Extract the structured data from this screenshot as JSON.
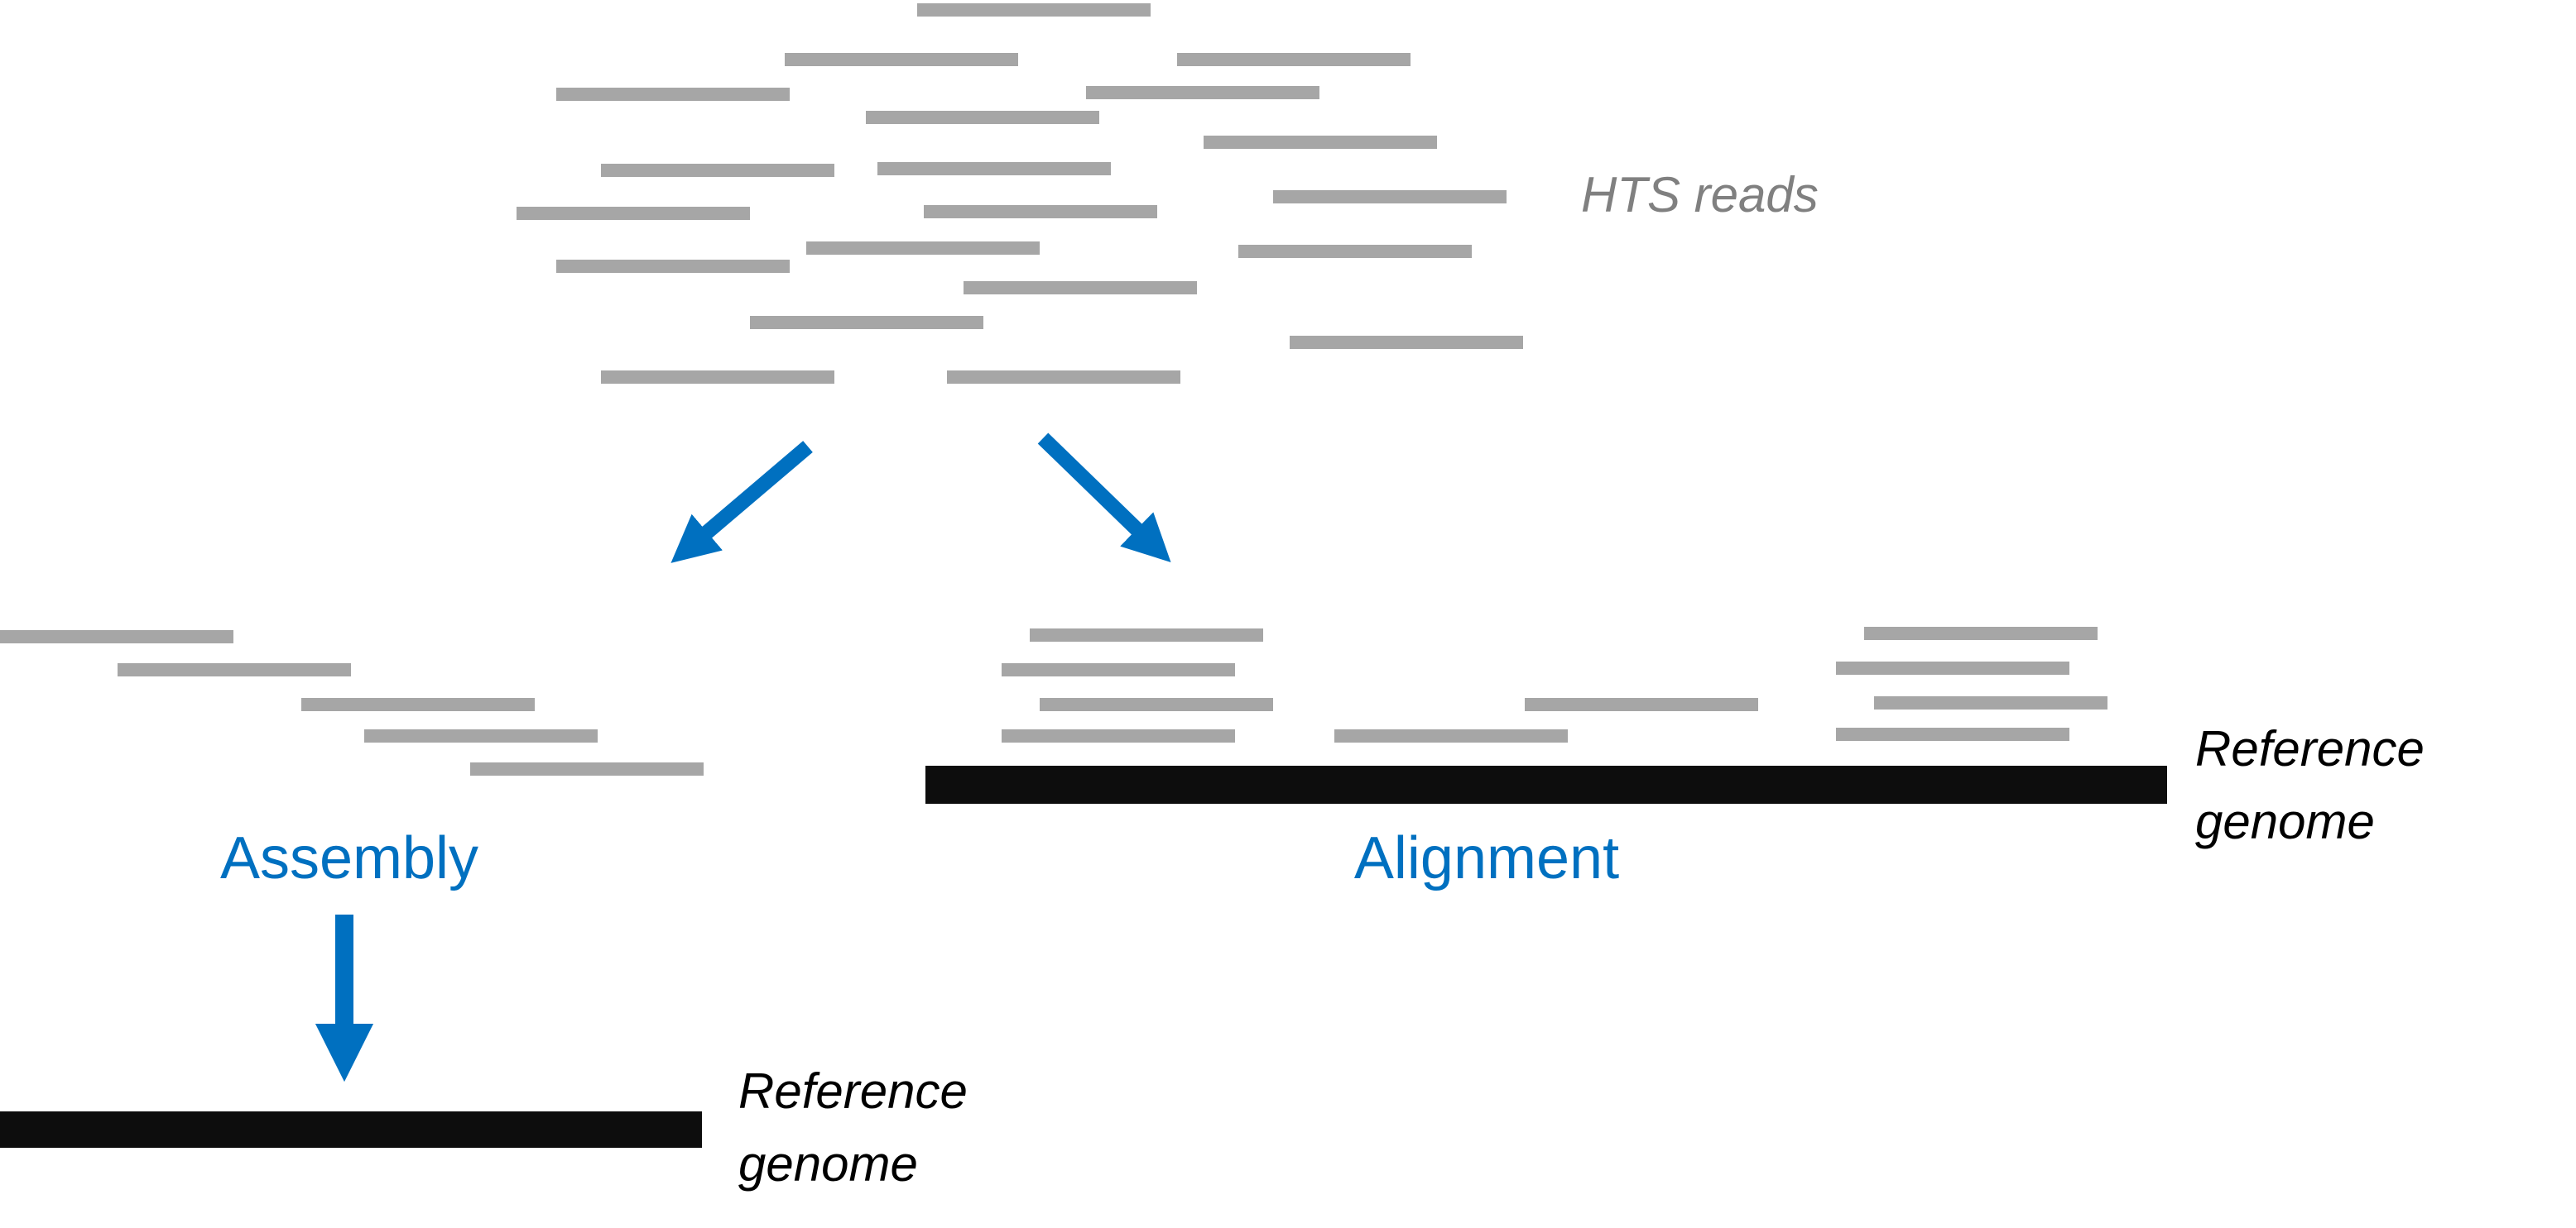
{
  "labels": {
    "hts_reads": "HTS reads",
    "assembly": "Assembly",
    "alignment": "Alignment",
    "reference_genome_line1": "Reference",
    "reference_genome_line2": "genome"
  },
  "colors": {
    "read": "#a6a6a6",
    "reference": "#0d0d0d",
    "accent": "#0070c0",
    "hts_label": "#808080"
  }
}
